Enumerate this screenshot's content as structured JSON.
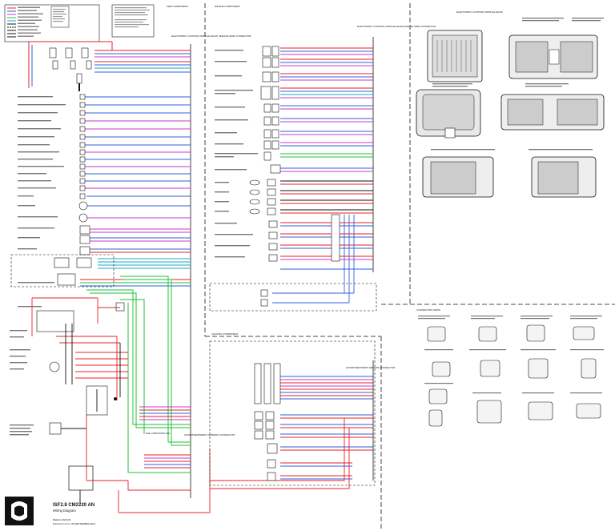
{
  "title_block": {
    "title_line1": "ISF2.8 CM2220 AN",
    "title_line2": "Wiring Diagram",
    "bulletin": "Bulletin 4022133",
    "printed": "Printed in U.S.A. 09-SEPTEMBER-2011"
  },
  "labels": {
    "ecm_engine_side": "ELECTRONIC CONTROL MODULE (ECM) ENGINE SIDE CONNECTOR",
    "ecm_vehicle_side": "ELECTRONIC CONTROL MODULE (ECM) VEHICLE SIDE CONNECTOR",
    "ecm_views": "ELECTRONIC CONTROL MODULE (ECM)",
    "oem_component": "OEM COMPONENT",
    "engine_component": "ENGINE COMPONENT",
    "chassis_component": "CHASSIS COMPONENT",
    "aftertreatment_1": "AFTERTREATMENT HARNESS CONNECTOR",
    "aftertreatment_2": "AFTERTREATMENT SENSOR CONNECTOR",
    "datalink": "SAE J1939 DATALINK",
    "connector_views": "CONNECTOR VIEWS"
  },
  "colors": {
    "red": "#e8202a",
    "blue": "#2f5fd8",
    "green": "#22c23a",
    "magenta": "#c838c8",
    "cyan": "#18a8c8",
    "black": "#111111",
    "dash": "#222222"
  }
}
